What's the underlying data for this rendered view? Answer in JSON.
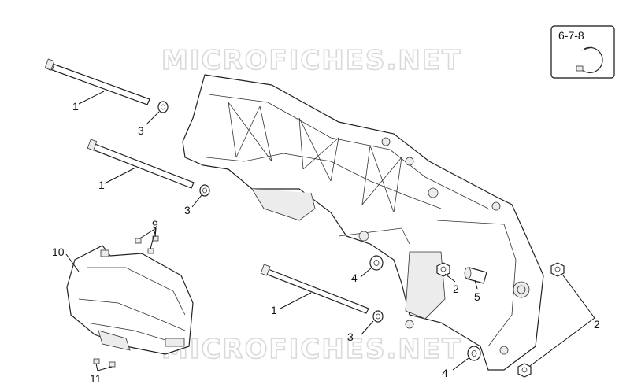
{
  "watermarks": [
    "MICROFICHES.NET",
    "MICROFICHES.NET"
  ],
  "kit_box": {
    "label": "6-7-8"
  },
  "callouts": [
    {
      "id": "c1a",
      "text": "1"
    },
    {
      "id": "c3a",
      "text": "3"
    },
    {
      "id": "c1b",
      "text": "1"
    },
    {
      "id": "c3b",
      "text": "3"
    },
    {
      "id": "c9",
      "text": "9"
    },
    {
      "id": "c10",
      "text": "10"
    },
    {
      "id": "c4a",
      "text": "4"
    },
    {
      "id": "c2a",
      "text": "2"
    },
    {
      "id": "c5",
      "text": "5"
    },
    {
      "id": "c1c",
      "text": "1"
    },
    {
      "id": "c3c",
      "text": "3"
    },
    {
      "id": "c2b",
      "text": "2"
    },
    {
      "id": "c4b",
      "text": "4"
    },
    {
      "id": "c11",
      "text": "11"
    }
  ]
}
